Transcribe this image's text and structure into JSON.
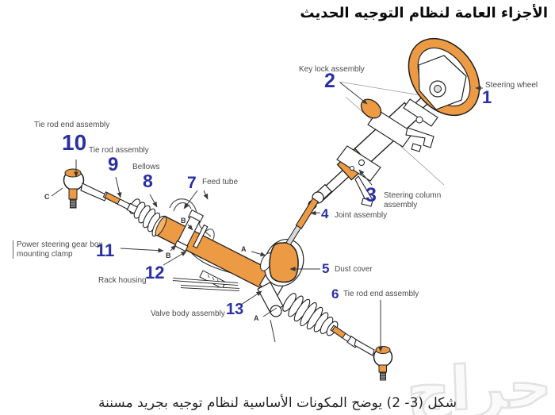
{
  "page": {
    "title": "الأجزاء العامة لنظام التوجيه الحديث",
    "caption": "شكل (3- 2) يوضح المكونات الأساسية لنظام توجيه بجريد مسننة",
    "watermark": "حراج"
  },
  "colors": {
    "highlight_orange": "#EC9A44",
    "number_blue": "#2A2FA5",
    "label_gray": "#4A4A4A",
    "line_dark": "#1f1f1f"
  },
  "parts": [
    {
      "num": "1",
      "label": "Steering wheel"
    },
    {
      "num": "2",
      "label": "Key lock assembly"
    },
    {
      "num": "3",
      "label": "Steering column assembly"
    },
    {
      "num": "4",
      "label": "Joint assembly"
    },
    {
      "num": "5",
      "label": "Dust cover"
    },
    {
      "num": "6",
      "label": "Tie rod end assembly"
    },
    {
      "num": "7",
      "label": "Feed tube"
    },
    {
      "num": "8",
      "label": "Bellows"
    },
    {
      "num": "9",
      "label": "Tie rod assembly"
    },
    {
      "num": "10",
      "label": "Tie rod end assembly"
    },
    {
      "num": "11",
      "label": "Power steering gear box mounting clamp"
    },
    {
      "num": "12",
      "label": "Rack housing"
    },
    {
      "num": "13",
      "label": "Valve body assembly"
    }
  ],
  "ref_letters": [
    {
      "letter": "C"
    },
    {
      "letter": "B"
    },
    {
      "letter": "B"
    },
    {
      "letter": "A"
    },
    {
      "letter": "A"
    }
  ]
}
